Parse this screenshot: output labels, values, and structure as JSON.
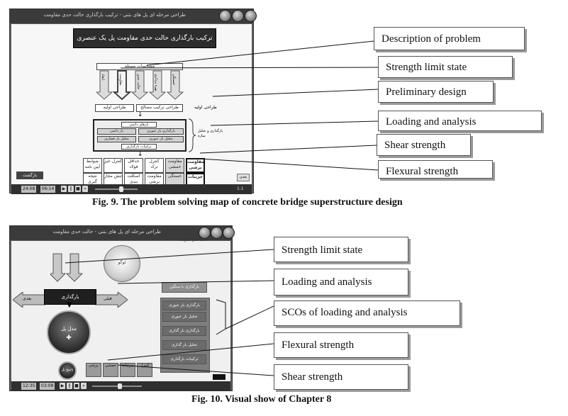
{
  "fig9": {
    "caption": "Fig. 9. The problem solving map of concrete bridge superstructure design",
    "screen": {
      "title_bar_text": "طراحی مرحله ای پل های بتنی - ترکیب بارگذاری حالت حدی مقاومت",
      "heading": "ترکیب بارگذاری حالت حدی مقاومت پل یک عنصری",
      "top_bar": "مشخصات مسئله",
      "arrow_labels": [
        "ابعاد",
        "مقاومت",
        "حالت حدی",
        "بهره برداری",
        "خستگی"
      ],
      "design_row": [
        "طراحی اولیه",
        "طراحی ترکیب مصالح"
      ],
      "design_side_label": "طراحی اولیه",
      "loading_box_title": "بارهای دائمی",
      "loading_items": [
        "بارگذاری بار عبوری",
        "بار دائمی",
        "تحلیل بار فشاری",
        "تحلیل بار عبوری"
      ],
      "loading_box_bottom": "ترکیبات بارگذاری",
      "loading_side_label": "بارگذاری و تحلیل سازه",
      "strength_grid": [
        "مقاومت برشی",
        "مقاومت خمشی",
        "کنترل ترک",
        "حداقل فولاد",
        "کنترل خیز",
        "ضوابط آیین نامه",
        "جزییات",
        "خستگی",
        "مقاومت برشی طراحی",
        "اسکلت بندی",
        "تنش مجاز",
        "نتیجه گیری"
      ],
      "left_button": "بازگشت",
      "right_button": "بعدی",
      "time_left": "24:08",
      "time_right": "06:14",
      "corner_text": "1:1"
    },
    "callouts": [
      "Description of problem",
      "Strength limit state",
      "Preliminary design",
      "Loading and analysis",
      "Shear strength",
      "Flexural strength"
    ]
  },
  "fig10": {
    "caption": "Fig. 10. Visual show of Chapter 8",
    "screen": {
      "title_bar_text": "طراحی مرحله ای پل های بتنی - حالت حدی مقاومت",
      "left_title": "حالت حدی مقاومت",
      "center_box": "بارگذاری",
      "side_arrow_left": "بعدی",
      "side_arrow_right": "قبلی",
      "circle_big": "مدل پل",
      "circle_small": "پاسخ پل",
      "logo_text": "لوگو",
      "right_list": [
        "بارگذاری با سنگین",
        "بارگذاری بار عبوری",
        "تحلیل بار عبوری",
        "بارگذاری بار گذاری",
        "تحلیل بار گذاری",
        "ترکیبات بارگذاری"
      ],
      "bottom_buttons": [
        "برشی",
        "خمشی",
        "جزئیات",
        "کنترل"
      ],
      "time_left": "12:35",
      "time_right": "03:08"
    },
    "callouts": [
      "Strength limit state",
      "Loading and analysis",
      "SCOs of loading and analysis",
      "Flexural strength",
      "Shear strength"
    ]
  }
}
